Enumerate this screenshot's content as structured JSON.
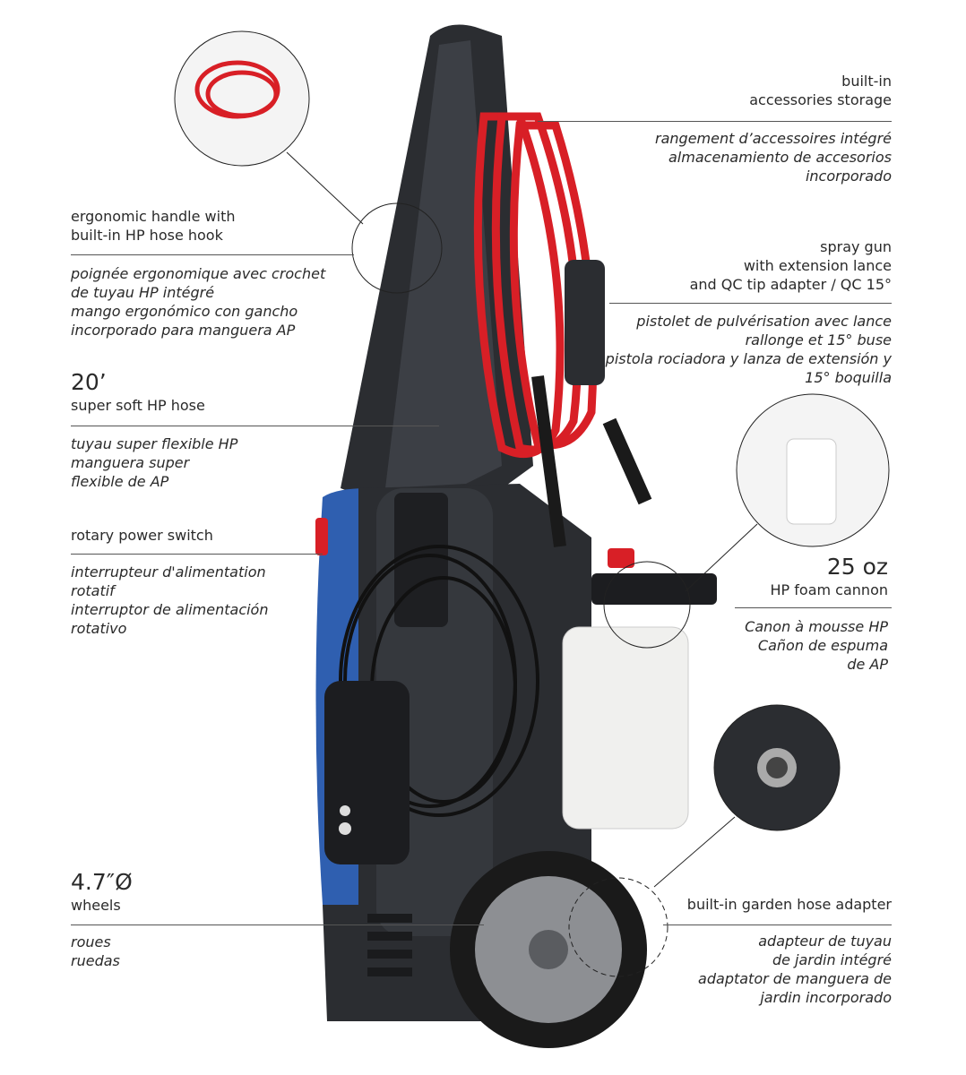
{
  "callouts": {
    "storage": {
      "en": [
        "built-in",
        "accessories storage"
      ],
      "alt": [
        "rangement d’accessoires intégré",
        "almacenamiento de accesorios",
        "incorporado"
      ]
    },
    "handle": {
      "en": [
        "ergonomic handle with",
        "built-in HP hose hook"
      ],
      "alt": [
        "poignée ergonomique avec crochet",
        "de tuyau HP intégré",
        "mango ergonómico con gancho",
        "incorporado para manguera AP"
      ]
    },
    "spray_gun": {
      "en": [
        "spray gun",
        "with extension lance",
        "and QC tip adapter / QC 15°"
      ],
      "alt": [
        "pistolet de pulvérisation avec lance",
        "rallonge et 15° buse",
        "pistola rociadora y lanza de extensión y",
        "15° boquilla"
      ]
    },
    "hose": {
      "big": "20’",
      "en": [
        "super soft HP hose"
      ],
      "alt": [
        "tuyau super flexible HP",
        "manguera super",
        "flexible de AP"
      ]
    },
    "switch": {
      "en": [
        "rotary power switch"
      ],
      "alt": [
        "interrupteur d'alimentation",
        "rotatif",
        "interruptor de alimentación",
        "rotativo"
      ]
    },
    "foam": {
      "big": "25 oz",
      "en": [
        "HP foam cannon"
      ],
      "alt": [
        "Canon à mousse HP",
        "Cañon de espuma",
        "de AP"
      ]
    },
    "wheels": {
      "big": "4.7″Ø",
      "en": [
        "wheels"
      ],
      "alt": [
        "roues",
        "ruedas"
      ]
    },
    "garden": {
      "en": [
        "built-in garden hose adapter"
      ],
      "alt": [
        "adapteur de tuyau",
        "de jardin intégré",
        "adaptator de manguera de",
        "jardin incorporado"
      ]
    }
  },
  "colors": {
    "body": "#2b2d31",
    "blue": "#2f5fb0",
    "hose": "#d81f26",
    "bottle": "#f0f0ee",
    "wheel": "#8d8f93"
  }
}
